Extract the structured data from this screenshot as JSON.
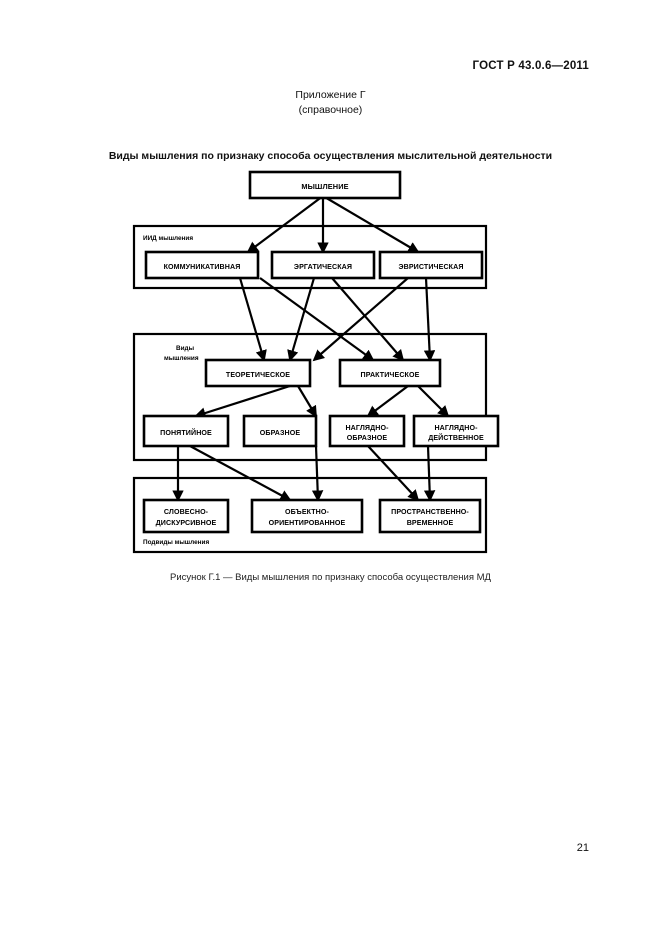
{
  "document": {
    "standard_header": "ГОСТ Р 43.0.6—2011",
    "appendix_line1": "Приложение Г",
    "appendix_line2": "(справочное)",
    "figure_title": "Виды мышления по признаку способа осуществления мыслительной деятельности",
    "figure_caption": "Рисунок  Г.1 — Виды мышления по признаку способа осуществления МД",
    "page_number": "21"
  },
  "diagram": {
    "root": {
      "label": "МЫШЛЕНИЕ"
    },
    "groups": [
      {
        "id": "group-iid",
        "label": "ИИД мышления"
      },
      {
        "id": "group-vidy",
        "label": "Виды\nмышления"
      },
      {
        "id": "group-podvidy",
        "label": "Подвиды мышления"
      }
    ],
    "group_labels": {
      "iid": "ИИД мышления",
      "vidy_line1": "Виды",
      "vidy_line2": "мышления",
      "podvidy": "Подвиды мышления"
    },
    "level_iid": [
      {
        "id": "kommunikativnaya",
        "label": "КОММУНИКАТИВНАЯ"
      },
      {
        "id": "ergaticheskaya",
        "label": "ЭРГАТИЧЕСКАЯ"
      },
      {
        "id": "evristicheskaya",
        "label": "ЭВРИСТИЧЕСКАЯ"
      }
    ],
    "level_vidy": [
      {
        "id": "teoreticheskoe",
        "label": "ТЕОРЕТИЧЕСКОЕ"
      },
      {
        "id": "prakticheskoe",
        "label": "ПРАКТИЧЕСКОЕ"
      }
    ],
    "level_forms": [
      {
        "id": "ponyatiynoe",
        "label": "ПОНЯТИЙНОЕ"
      },
      {
        "id": "obraznoe",
        "label": "ОБРАЗНОЕ"
      },
      {
        "id": "naglyadno-obraznoe_l1",
        "label": "НАГЛЯДНО-"
      },
      {
        "id": "naglyadno-obraznoe_l2",
        "label": "ОБРАЗНОЕ"
      },
      {
        "id": "naglyadno-deystvennoe_l1",
        "label": "НАГЛЯДНО-"
      },
      {
        "id": "naglyadno-deystvennoe_l2",
        "label": "ДЕЙСТВЕННОЕ"
      }
    ],
    "level_podvidy": [
      {
        "id": "slovesno-diskursivnoe_l1",
        "label": "СЛОВЕСНО-"
      },
      {
        "id": "slovesno-diskursivnoe_l2",
        "label": "ДИСКУРСИВНОЕ"
      },
      {
        "id": "obektno-orientirovannoe_l1",
        "label": "ОБЪЕКТНО-"
      },
      {
        "id": "obektno-orientirovannoe_l2",
        "label": "ОРИЕНТИРОВАННОЕ"
      },
      {
        "id": "prostranstvenno-vremennoe_l1",
        "label": "ПРОСТРАНСТВЕННО-"
      },
      {
        "id": "prostranstvenno-vremennoe_l2",
        "label": "ВРЕМЕННОЕ"
      }
    ],
    "colors": {
      "stroke": "#000000",
      "fill": "#ffffff",
      "text": "#000000"
    }
  }
}
